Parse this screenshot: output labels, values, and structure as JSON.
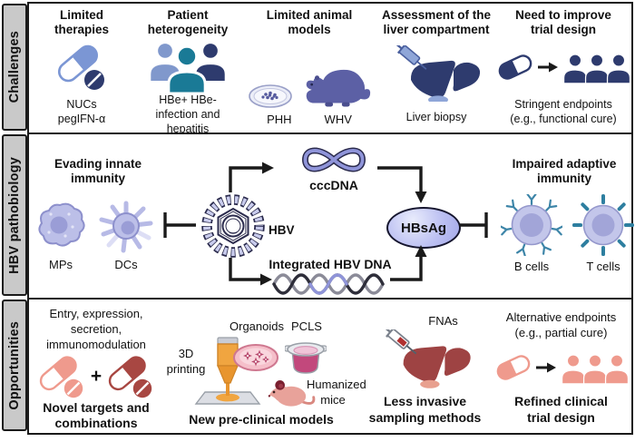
{
  "colors": {
    "navy": "#2e3b6e",
    "blue": "#7b96d4",
    "teal": "#1a7a96",
    "light_blue_person": "#8098cc",
    "lavender_cell": "#bcbfe8",
    "lavender_nucleus": "#9a9dd6",
    "animal_purple": "#5c60a5",
    "ccc_purple": "#8f94d9",
    "hbsag_fill": "#aeb3ec",
    "salmon": "#ef9a8d",
    "dark_red": "#a84742",
    "liver_red": "#9e4343",
    "printer_orange": "#f0a540",
    "organoid_pink": "#f5bfca",
    "pcls_magenta": "#c2487c",
    "mouse_pink": "#e8a29a",
    "sidebar_gray": "#c9c9c9",
    "line_black": "#1a1a1a"
  },
  "sections": {
    "challenges": {
      "label": "Challenges",
      "items": [
        {
          "icon": "pills-blue-icon",
          "title": "Limited\ntherapies",
          "caption": "NUCs\npegIFN-α"
        },
        {
          "icon": "people-group-icon",
          "title": "Patient\nheterogeneity",
          "caption": "HBe+ HBe-\ninfection and hepatitis"
        },
        {
          "icon": "petri-dish-icon, woodchuck-icon",
          "title": "Limited animal\nmodels",
          "caption_left": "PHH",
          "caption_right": "WHV"
        },
        {
          "icon": "liver-biopsy-icon",
          "title": "Assessment of the\nliver compartment",
          "caption": "Liver biopsy"
        },
        {
          "icon": "pill-arrow-patients-icon",
          "title": "Need to improve\ntrial design",
          "caption": "Stringent endpoints\n(e.g., functional cure)"
        }
      ]
    },
    "pathobiology": {
      "label": "HBV pathobiology",
      "innate_title": "Evading innate\nimmunity",
      "mps_label": "MPs",
      "dcs_label": "DCs",
      "hbv_label": "HBV",
      "cccdna_label": "cccDNA",
      "integrated_label": "Integrated HBV DNA",
      "hbsag_label": "HBsAg",
      "adaptive_title": "Impaired adaptive\nimmunity",
      "b_cells_label": "B cells",
      "t_cells_label": "T cells"
    },
    "opportunities": {
      "label": "Opportunities",
      "targets": {
        "top": "Entry, expression,\nsecretion,\nimmunomodulation",
        "plus": "+",
        "caption": "Novel targets and\ncombinations"
      },
      "models": {
        "printing_label": "3D\nprinting",
        "organoids_label": "Organoids",
        "pcls_label": "PCLS",
        "mice_label": "Humanized\nmice",
        "caption": "New pre-clinical models"
      },
      "sampling": {
        "top": "FNAs",
        "caption": "Less invasive\nsampling methods"
      },
      "trial": {
        "top": "Alternative endpoints\n(e.g., partial cure)",
        "caption": "Refined clinical\ntrial design"
      }
    }
  }
}
